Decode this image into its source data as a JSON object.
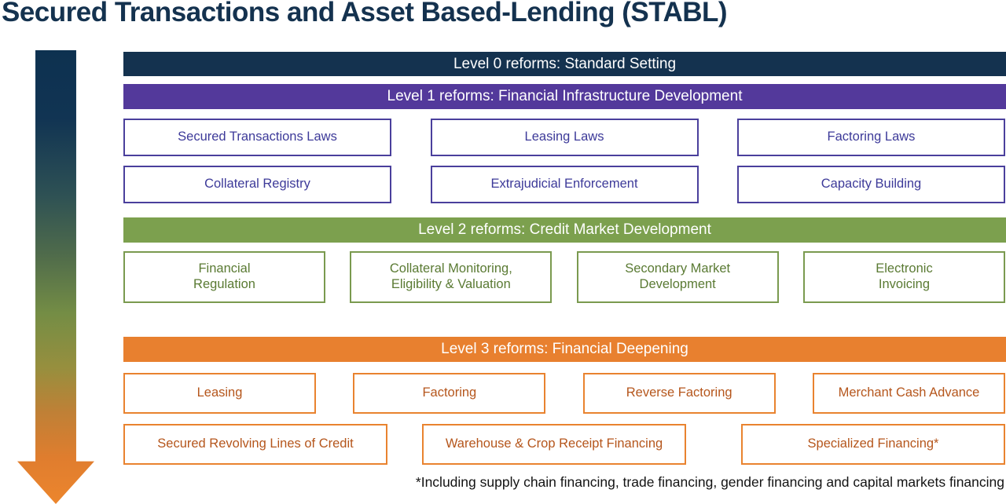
{
  "title": "Secured Transactions and Asset Based-Lending (STABL)",
  "arrow": {
    "icon": "gradient-down-arrow",
    "color_top": "#0d3150",
    "color_middle": "#748d45",
    "color_bottom": "#ec862d"
  },
  "levels": [
    {
      "header": "Level 0 reforms: Standard Setting",
      "color": "#14324f",
      "items": []
    },
    {
      "header": "Level 1 reforms: Financial Infrastructure Development",
      "color": "#53399b",
      "box_border_color": "#4a3f9c",
      "box_text_color": "#3d3a99",
      "items": [
        "Secured Transactions Laws",
        "Leasing Laws",
        "Factoring Laws",
        "Collateral Registry",
        "Extrajudicial Enforcement",
        "Capacity Building"
      ]
    },
    {
      "header": "Level 2 reforms: Credit Market Development",
      "color": "#7ca04e",
      "box_border_color": "#7a9a4f",
      "box_text_color": "#5a7a33",
      "items": [
        "Financial\nRegulation",
        "Collateral Monitoring,\nEligibility & Valuation",
        "Secondary Market\nDevelopment",
        "Electronic\nInvoicing"
      ]
    },
    {
      "header": "Level 3 reforms: Financial Deepening",
      "color": "#e8802f",
      "box_border_color": "#e9832f",
      "box_text_color": "#b5561c",
      "items": [
        "Leasing",
        "Factoring",
        "Reverse Factoring",
        "Merchant Cash Advance",
        "Secured Revolving Lines of Credit",
        "Warehouse & Crop Receipt Financing",
        "Specialized Financing*"
      ]
    }
  ],
  "footnote": "*Including supply chain financing, trade financing, gender financing and capital markets financing"
}
